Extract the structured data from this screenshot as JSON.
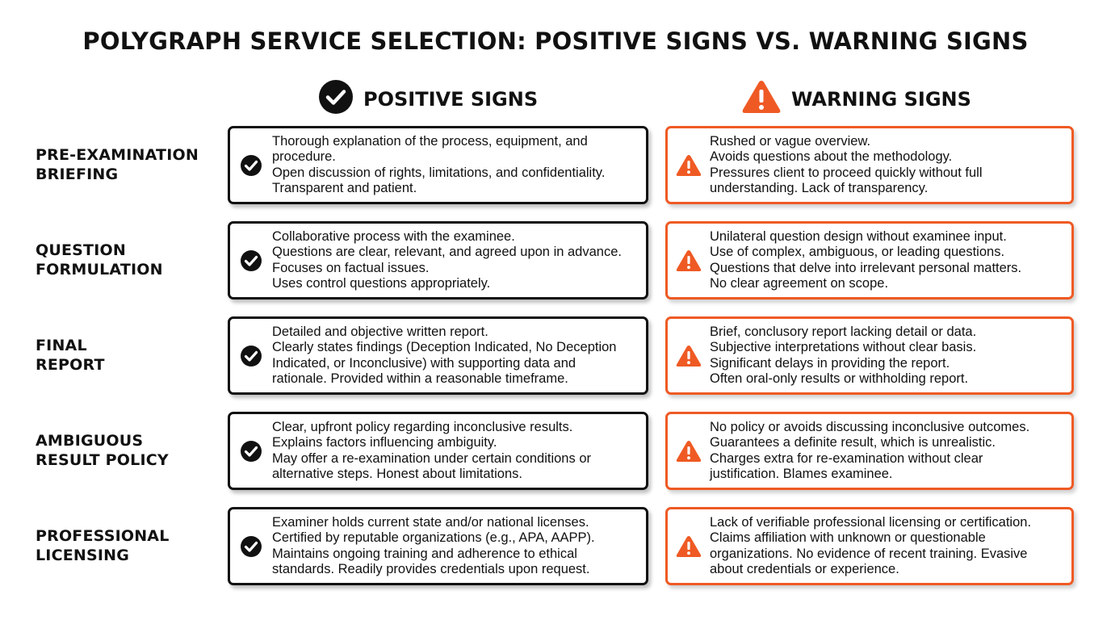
{
  "title": "POLYGRAPH SERVICE SELECTION: POSITIVE SIGNS VS. WARNING SIGNS",
  "columns": {
    "positive": {
      "label": "POSITIVE SIGNS",
      "icon": "check-circle-icon",
      "color": "#111111"
    },
    "warning": {
      "label": "WARNING SIGNS",
      "icon": "warning-triangle-icon",
      "color": "#ef5a24"
    }
  },
  "rows": [
    {
      "label_lines": [
        "PRE-EXAMINATION",
        "BRIEFING"
      ],
      "positive_lines": [
        "Thorough explanation of the process, equipment, and",
        "procedure.",
        "Open discussion of rights, limitations, and confidentiality.",
        "Transparent and patient."
      ],
      "warning_lines": [
        "Rushed or vague overview.",
        "Avoids questions about the methodology.",
        "Pressures client to proceed quickly without full",
        "understanding. Lack of transparency."
      ]
    },
    {
      "label_lines": [
        "QUESTION",
        "FORMULATION"
      ],
      "positive_lines": [
        "Collaborative process with the examinee.",
        "Questions are clear, relevant, and agreed upon in advance.",
        "Focuses on factual issues.",
        "Uses control questions appropriately."
      ],
      "warning_lines": [
        "Unilateral question design without examinee input.",
        "Use of complex, ambiguous, or leading questions.",
        "Questions that delve into irrelevant personal matters.",
        "No clear agreement on scope."
      ]
    },
    {
      "label_lines": [
        "FINAL",
        "REPORT"
      ],
      "positive_lines": [
        "Detailed and objective written report.",
        "Clearly states findings (Deception Indicated, No Deception",
        "Indicated, or Inconclusive) with supporting data and",
        "rationale. Provided within a reasonable timeframe."
      ],
      "warning_lines": [
        "Brief, conclusory report lacking detail or data.",
        "Subjective interpretations without clear basis.",
        "Significant delays in providing the report.",
        "Often oral-only results or withholding report."
      ]
    },
    {
      "label_lines": [
        "AMBIGUOUS",
        "RESULT POLICY"
      ],
      "positive_lines": [
        "Clear, upfront policy regarding inconclusive results.",
        "Explains factors influencing ambiguity.",
        "May offer a re-examination under certain conditions or",
        "alternative steps. Honest about limitations."
      ],
      "warning_lines": [
        "No policy or avoids discussing inconclusive outcomes.",
        "Guarantees a definite result, which is unrealistic.",
        "Charges extra for re-examination without clear",
        "justification. Blames examinee."
      ]
    },
    {
      "label_lines": [
        "PROFESSIONAL",
        "LICENSING"
      ],
      "positive_lines": [
        "Examiner holds current state and/or national licenses.",
        "Certified by reputable organizations (e.g., APA, AAPP).",
        "Maintains ongoing training and adherence to ethical",
        "standards. Readily provides credentials upon request."
      ],
      "warning_lines": [
        "Lack of verifiable professional licensing or certification.",
        "Claims affiliation with unknown or questionable",
        "organizations. No evidence of recent training. Evasive",
        "about credentials or experience."
      ]
    }
  ]
}
